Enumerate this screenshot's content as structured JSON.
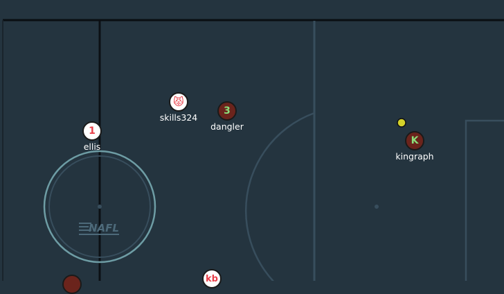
{
  "rink": {
    "logo_text": "NAFL",
    "colors": {
      "ice": "#24343f",
      "line": "#384e5d",
      "boards": "#0c1014",
      "circle": "#6e9da5"
    }
  },
  "puck": {
    "color": "#d4d22a"
  },
  "players": [
    {
      "id": "ellis",
      "name": "ellis",
      "badge": "1",
      "team": "white"
    },
    {
      "id": "skills324",
      "name": "skills324",
      "badge": "😾",
      "team": "white"
    },
    {
      "id": "dangler",
      "name": "dangler",
      "badge": "3",
      "team": "red"
    },
    {
      "id": "kingraph",
      "name": "kingraph",
      "badge": "K",
      "team": "red"
    },
    {
      "id": "kb",
      "name": "",
      "badge": "kb",
      "team": "white"
    },
    {
      "id": "unknown-red",
      "name": "",
      "badge": "",
      "team": "red"
    }
  ]
}
